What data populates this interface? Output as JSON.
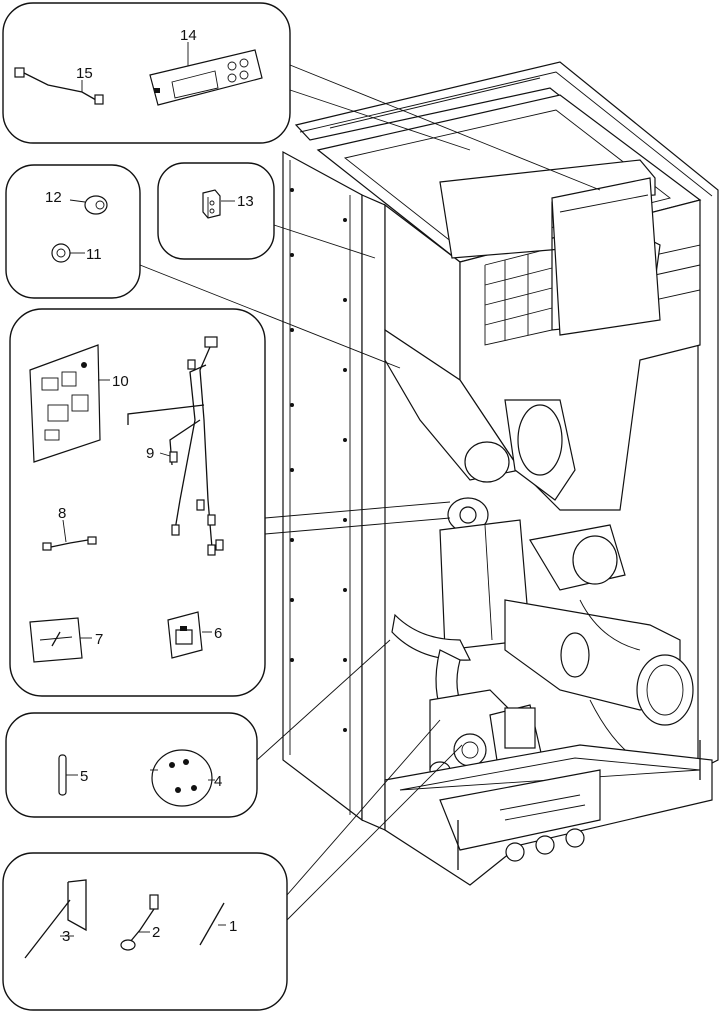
{
  "diagram": {
    "callouts": [
      {
        "id": "c1",
        "label": "1"
      },
      {
        "id": "c2",
        "label": "2"
      },
      {
        "id": "c3",
        "label": "3"
      },
      {
        "id": "c4",
        "label": "4"
      },
      {
        "id": "c5",
        "label": "5"
      },
      {
        "id": "c6",
        "label": "6"
      },
      {
        "id": "c7",
        "label": "7"
      },
      {
        "id": "c8",
        "label": "8"
      },
      {
        "id": "c9",
        "label": "9"
      },
      {
        "id": "c10",
        "label": "10"
      },
      {
        "id": "c11",
        "label": "11"
      },
      {
        "id": "c12",
        "label": "12"
      },
      {
        "id": "c13",
        "label": "13"
      },
      {
        "id": "c14",
        "label": "14"
      },
      {
        "id": "c15",
        "label": "15"
      }
    ],
    "colors": {
      "ink": "#111111",
      "paper": "#ffffff"
    }
  }
}
